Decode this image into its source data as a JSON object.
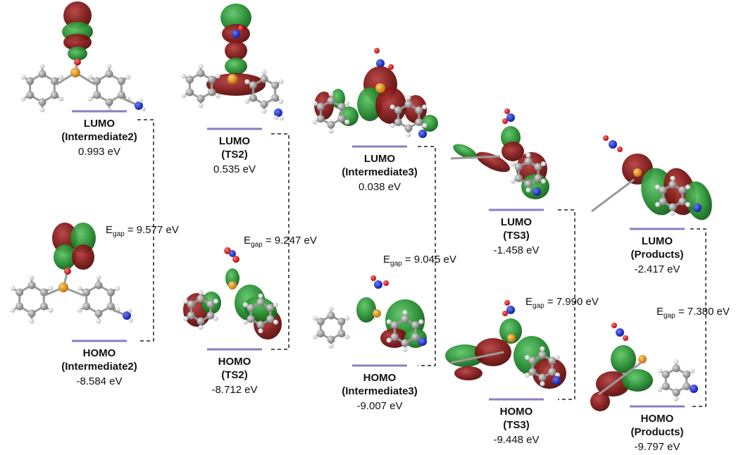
{
  "columns": [
    {
      "key": "intermediate2",
      "lumo": {
        "name": "LUMO",
        "species": "(Intermediate2)",
        "energy": "0.993 eV"
      },
      "homo": {
        "name": "HOMO",
        "species": "(Intermediate2)",
        "energy": "-8.584 eV"
      },
      "gap": {
        "symbol": "E",
        "sub": "gap",
        "value": " = 9.577 eV"
      }
    },
    {
      "key": "ts2",
      "lumo": {
        "name": "LUMO",
        "species": "(TS2)",
        "energy": "0.535 eV"
      },
      "homo": {
        "name": "HOMO",
        "species": "(TS2)",
        "energy": "-8.712 eV"
      },
      "gap": {
        "symbol": "E",
        "sub": "gap",
        "value": " = 9.247 eV"
      }
    },
    {
      "key": "intermediate3",
      "lumo": {
        "name": "LUMO",
        "species": "(Intermediate3)",
        "energy": "0.038 eV"
      },
      "homo": {
        "name": "HOMO",
        "species": "(Intermediate3)",
        "energy": "-9.007 eV"
      },
      "gap": {
        "symbol": "E",
        "sub": "gap",
        "value": " = 9.045 eV"
      }
    },
    {
      "key": "ts3",
      "lumo": {
        "name": "LUMO",
        "species": "(TS3)",
        "energy": "-1.458 eV"
      },
      "homo": {
        "name": "HOMO",
        "species": "(TS3)",
        "energy": "-9.448 eV"
      },
      "gap": {
        "symbol": "E",
        "sub": "gap",
        "value": " = 7.990 eV"
      }
    },
    {
      "key": "products",
      "lumo": {
        "name": "LUMO",
        "species": "(Products)",
        "energy": "-2.417 eV"
      },
      "homo": {
        "name": "HOMO",
        "species": "(Products)",
        "energy": "-9.797 eV"
      },
      "gap": {
        "symbol": "E",
        "sub": "gap",
        "value": " = 7.380 eV"
      }
    }
  ],
  "colors": {
    "level_bar": "#8e7cc3",
    "orbital_positive": "#7a1010",
    "orbital_negative": "#1f8a2a",
    "carbon": "#9a9a9a",
    "hydrogen": "#e8e8e8",
    "nitrogen": "#1a2fc8",
    "oxygen": "#e01010",
    "phosphorus": "#e09a10"
  }
}
